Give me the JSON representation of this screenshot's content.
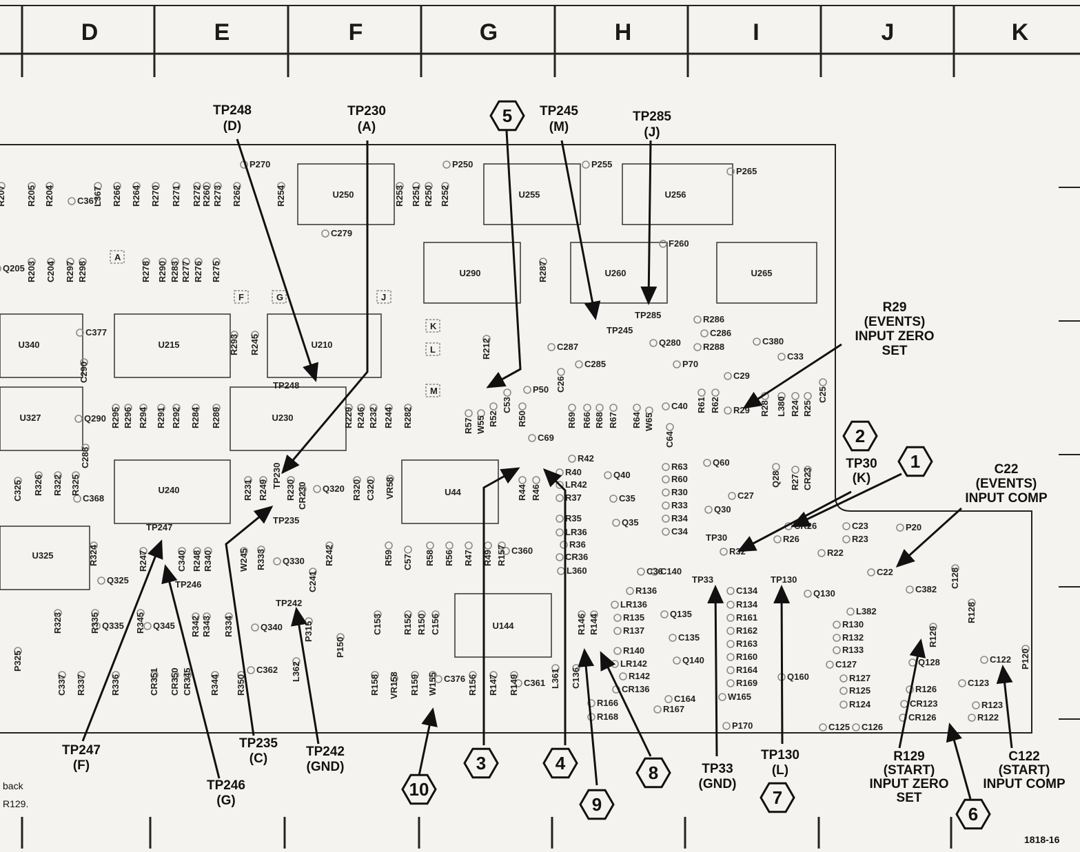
{
  "grid_columns": [
    "D",
    "E",
    "F",
    "G",
    "H",
    "I",
    "J",
    "K"
  ],
  "figure_number": "1818-16",
  "margin_text": [
    "back",
    "R129."
  ],
  "ics": [
    "U250",
    "U255",
    "U256",
    "U290",
    "U260",
    "U265",
    "U340",
    "U215",
    "U210",
    "U327",
    "U230",
    "U240",
    "U44",
    "U325",
    "U144"
  ],
  "components": [
    "R207",
    "R205",
    "R204",
    "C367",
    "L367",
    "R266",
    "R264",
    "R270",
    "R271",
    "R272",
    "R260",
    "R273",
    "R262",
    "P270",
    "R254",
    "C279",
    "R253",
    "R251",
    "R250",
    "R252",
    "P250",
    "P255",
    "P265",
    "Q205",
    "R203",
    "C204",
    "R297",
    "R298",
    "R278",
    "R290",
    "R283",
    "R277",
    "R276",
    "R275",
    "R287",
    "F260",
    "C377",
    "R293",
    "R245",
    "C290",
    "R212",
    "R286",
    "C286",
    "R288",
    "Q280",
    "C380",
    "C33",
    "C287",
    "C285",
    "P70",
    "C29",
    "Q290",
    "R295",
    "R296",
    "R294",
    "R291",
    "R292",
    "R284",
    "R289",
    "R229",
    "R246",
    "R232",
    "R244",
    "R282",
    "R57",
    "W55",
    "R52",
    "C53",
    "R50",
    "P50",
    "C26",
    "C69",
    "R69",
    "R66",
    "R68",
    "R67",
    "R64",
    "W65",
    "C64",
    "C40",
    "R61",
    "R62",
    "R29",
    "R28",
    "L380",
    "R24",
    "R25",
    "C25",
    "C288",
    "C325",
    "R326",
    "R322",
    "R325",
    "C368",
    "R231",
    "R249",
    "R230",
    "CR230",
    "Q320",
    "R320",
    "C320",
    "VR58",
    "R44",
    "R46",
    "R42",
    "R40",
    "LR42",
    "R37",
    "Q40",
    "C35",
    "R35",
    "LR36",
    "Q35",
    "R63",
    "R60",
    "R30",
    "R33",
    "R34",
    "C34",
    "Q60",
    "Q30",
    "C27",
    "Q28",
    "R27",
    "CR23",
    "CR26",
    "C23",
    "P20",
    "R23",
    "R26",
    "R22",
    "R32",
    "C22",
    "R324",
    "Q325",
    "R247",
    "C340",
    "R248",
    "R340",
    "W245",
    "R333",
    "Q330",
    "R242",
    "C241",
    "R59",
    "C57",
    "R58",
    "R56",
    "R47",
    "R49",
    "R157",
    "C360",
    "R36",
    "CR36",
    "L360",
    "C36",
    "C140",
    "R136",
    "LR136",
    "R135",
    "R137",
    "Q135",
    "C135",
    "C134",
    "R134",
    "R161",
    "R162",
    "R163",
    "R160",
    "R164",
    "R169",
    "W165",
    "Q130",
    "Q160",
    "L382",
    "R130",
    "R132",
    "R133",
    "C127",
    "C382",
    "C128",
    "R128",
    "R129",
    "Q128",
    "C122",
    "P120",
    "R127",
    "R125",
    "R124",
    "R126",
    "CR123",
    "CR126",
    "C123",
    "R123",
    "R122",
    "C125",
    "C126",
    "R323",
    "R335",
    "Q335",
    "R345",
    "Q345",
    "R342",
    "R343",
    "R334",
    "Q340",
    "C362",
    "L362",
    "P315",
    "P150",
    "C153",
    "R152",
    "R150",
    "C156",
    "R146",
    "R144",
    "R140",
    "LR142",
    "R142",
    "CR136",
    "Q140",
    "C164",
    "R167",
    "R166",
    "R168",
    "C136",
    "P170",
    "P325",
    "C337",
    "R337",
    "R336",
    "CR351",
    "CR350",
    "CR345",
    "R344",
    "R350",
    "R158",
    "VR158",
    "R159",
    "W155",
    "C376",
    "R156",
    "R147",
    "R149",
    "C361",
    "L361"
  ],
  "jumpers": [
    "A",
    "F",
    "G",
    "J",
    "K",
    "L",
    "M"
  ],
  "callouts": [
    {
      "lines": [
        "TP248",
        "(D)"
      ]
    },
    {
      "lines": [
        "TP230",
        "(A)"
      ]
    },
    {
      "lines": [
        "TP245",
        "(M)"
      ]
    },
    {
      "lines": [
        "TP285",
        "(J)"
      ]
    },
    {
      "lines": [
        "R29",
        "(EVENTS)",
        "INPUT ZERO",
        "SET"
      ]
    },
    {
      "lines": [
        "TP30",
        "(K)"
      ]
    },
    {
      "lines": [
        "C22",
        "(EVENTS)",
        "INPUT COMP"
      ]
    },
    {
      "lines": [
        "TP247",
        "(F)"
      ]
    },
    {
      "lines": [
        "TP246",
        "(G)"
      ]
    },
    {
      "lines": [
        "TP235",
        "(C)"
      ]
    },
    {
      "lines": [
        "TP242",
        "(GND)"
      ]
    },
    {
      "lines": [
        "TP33",
        "(GND)"
      ]
    },
    {
      "lines": [
        "TP130",
        "(L)"
      ]
    },
    {
      "lines": [
        "R129",
        "(START)",
        "INPUT ZERO",
        "SET"
      ]
    },
    {
      "lines": [
        "C122",
        "(START)",
        "INPUT COMP"
      ]
    }
  ],
  "board_labels": [
    "TP248",
    "TP245",
    "TP285",
    "TP230",
    "TP235",
    "TP247",
    "TP246",
    "TP242",
    "TP30",
    "TP33",
    "TP130"
  ],
  "numbered_markers": [
    "1",
    "2",
    "3",
    "4",
    "5",
    "6",
    "7",
    "8",
    "9",
    "10"
  ],
  "colors": {
    "paper": "#f4f3ef",
    "ink": "#1a1a1a",
    "pad": "#8a8a8a"
  }
}
